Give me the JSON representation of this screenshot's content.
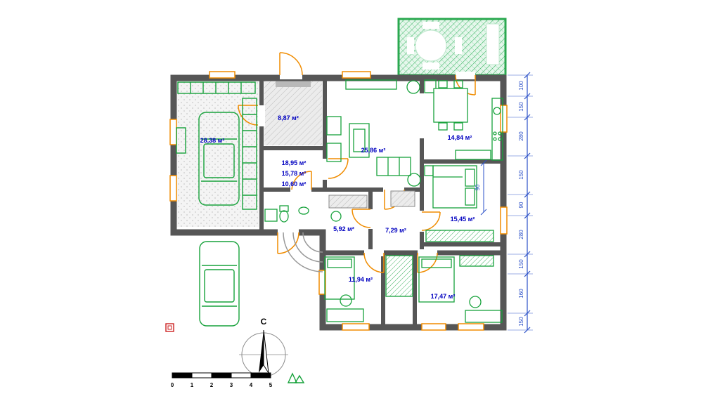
{
  "plan": {
    "rooms": [
      {
        "id": "garage",
        "label": "28,38 м²"
      },
      {
        "id": "tambour",
        "label": "8,87 м²"
      },
      {
        "id": "living-room",
        "label": "25,86 м²"
      },
      {
        "id": "kitchen",
        "label": "14,84 м²"
      },
      {
        "id": "corridor-a",
        "label": "18,95 м²"
      },
      {
        "id": "corridor-b",
        "label": "15,78 м²"
      },
      {
        "id": "corridor-c",
        "label": "10,60 м²"
      },
      {
        "id": "boiler-room",
        "label": "5,92 м²"
      },
      {
        "id": "hall",
        "label": "7,29 м²"
      },
      {
        "id": "bedroom-right",
        "label": "15,45 м²"
      },
      {
        "id": "bedroom-left",
        "label": "11,94 м²"
      },
      {
        "id": "bedroom-bottom",
        "label": "17,47 м²"
      }
    ],
    "dimensions": {
      "right_chain": [
        "100",
        "150",
        "280",
        "150",
        "90",
        "280",
        "150",
        "160",
        "150"
      ],
      "inner": "90"
    },
    "compass": {
      "north": "С"
    },
    "scale_bar": {
      "ticks": [
        "0",
        "1",
        "2",
        "3",
        "4",
        "5"
      ]
    },
    "colors": {
      "walls": "#565656",
      "furniture_green": "#17a23b",
      "terrace_green": "#2aa84f",
      "openings_orange": "#f08c00",
      "area_label_blue": "#0000c0",
      "dimension_blue": "#2b50c8",
      "marker_red": "#cc2222"
    }
  }
}
